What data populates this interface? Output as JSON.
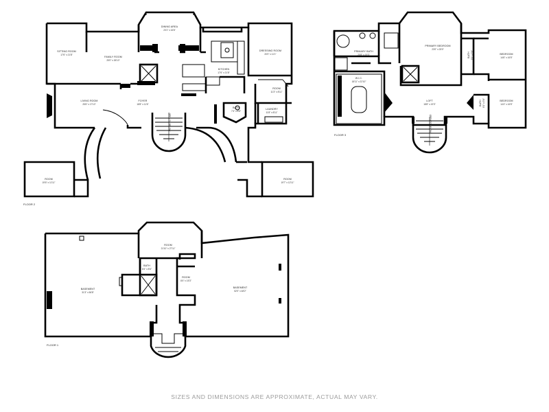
{
  "floors": [
    {
      "label": "FLOOR 2",
      "rooms": [
        {
          "name": "DINING AREA",
          "dims": "23'1\" x 16'6\""
        },
        {
          "name": "SITTING ROOM",
          "dims": "17'6\" x 21'8\""
        },
        {
          "name": "FAMILY ROOM",
          "dims": "25'0\" x 26'10\""
        },
        {
          "name": "KITCHEN",
          "dims": "17'6\" x 21'8\""
        },
        {
          "name": "DRESSING ROOM",
          "dims": "20'0\" x 11'1\""
        },
        {
          "name": "LIVING ROOM",
          "dims": "25'6\" x 17'10\""
        },
        {
          "name": "FOYER",
          "dims": "18'8\" x 11'6\""
        },
        {
          "name": "ROOM",
          "dims": "11'3\" x 8'11\""
        },
        {
          "name": "BATH",
          "dims": "7'4\" x 8'8\""
        },
        {
          "name": "LAUNDRY",
          "dims": "11'8\" x 8'11\""
        },
        {
          "name": "ROOM",
          "dims": "19'6\" x 11'11\""
        },
        {
          "name": "ROOM",
          "dims": "19'7\" x 12'11\""
        }
      ],
      "stairs_note": "OPEN TO BELOW"
    },
    {
      "label": "FLOOR 3",
      "rooms": [
        {
          "name": "PRIMARY BATH",
          "dims": "20'8\" x 19'3\""
        },
        {
          "name": "PRIMARY BEDROOM",
          "dims": "23'0\" x 25'0\""
        },
        {
          "name": "W.I.C.",
          "dims": "18'11\" x 22'10\""
        },
        {
          "name": "BATH",
          "dims": "8'1\" x 5'6\""
        },
        {
          "name": "BEDROOM",
          "dims": "14'6\" x 16'5\""
        },
        {
          "name": "BEDROOM",
          "dims": "14'4\" x 16'5\""
        },
        {
          "name": "LOFT",
          "dims": "18'8\" x 19'3\""
        },
        {
          "name": "BATH",
          "dims": "8'1\" x 5'6\""
        }
      ],
      "stairs_note": "OPEN TO BELOW"
    },
    {
      "label": "FLOOR 1",
      "rooms": [
        {
          "name": "ROOM",
          "dims": "21'10\" x 27'11\""
        },
        {
          "name": "BATH",
          "dims": "8'4\" x 8'6\""
        },
        {
          "name": "ROOM",
          "dims": "8'4\" x 15'3\""
        },
        {
          "name": "BASEMENT",
          "dims": "31'3\" x 56'8\""
        },
        {
          "name": "BASEMENT",
          "dims": "52'0\" x 48'2\""
        }
      ]
    }
  ],
  "disclaimer": "SIZES AND DIMENSIONS ARE APPROXIMATE, ACTUAL MAY VARY."
}
